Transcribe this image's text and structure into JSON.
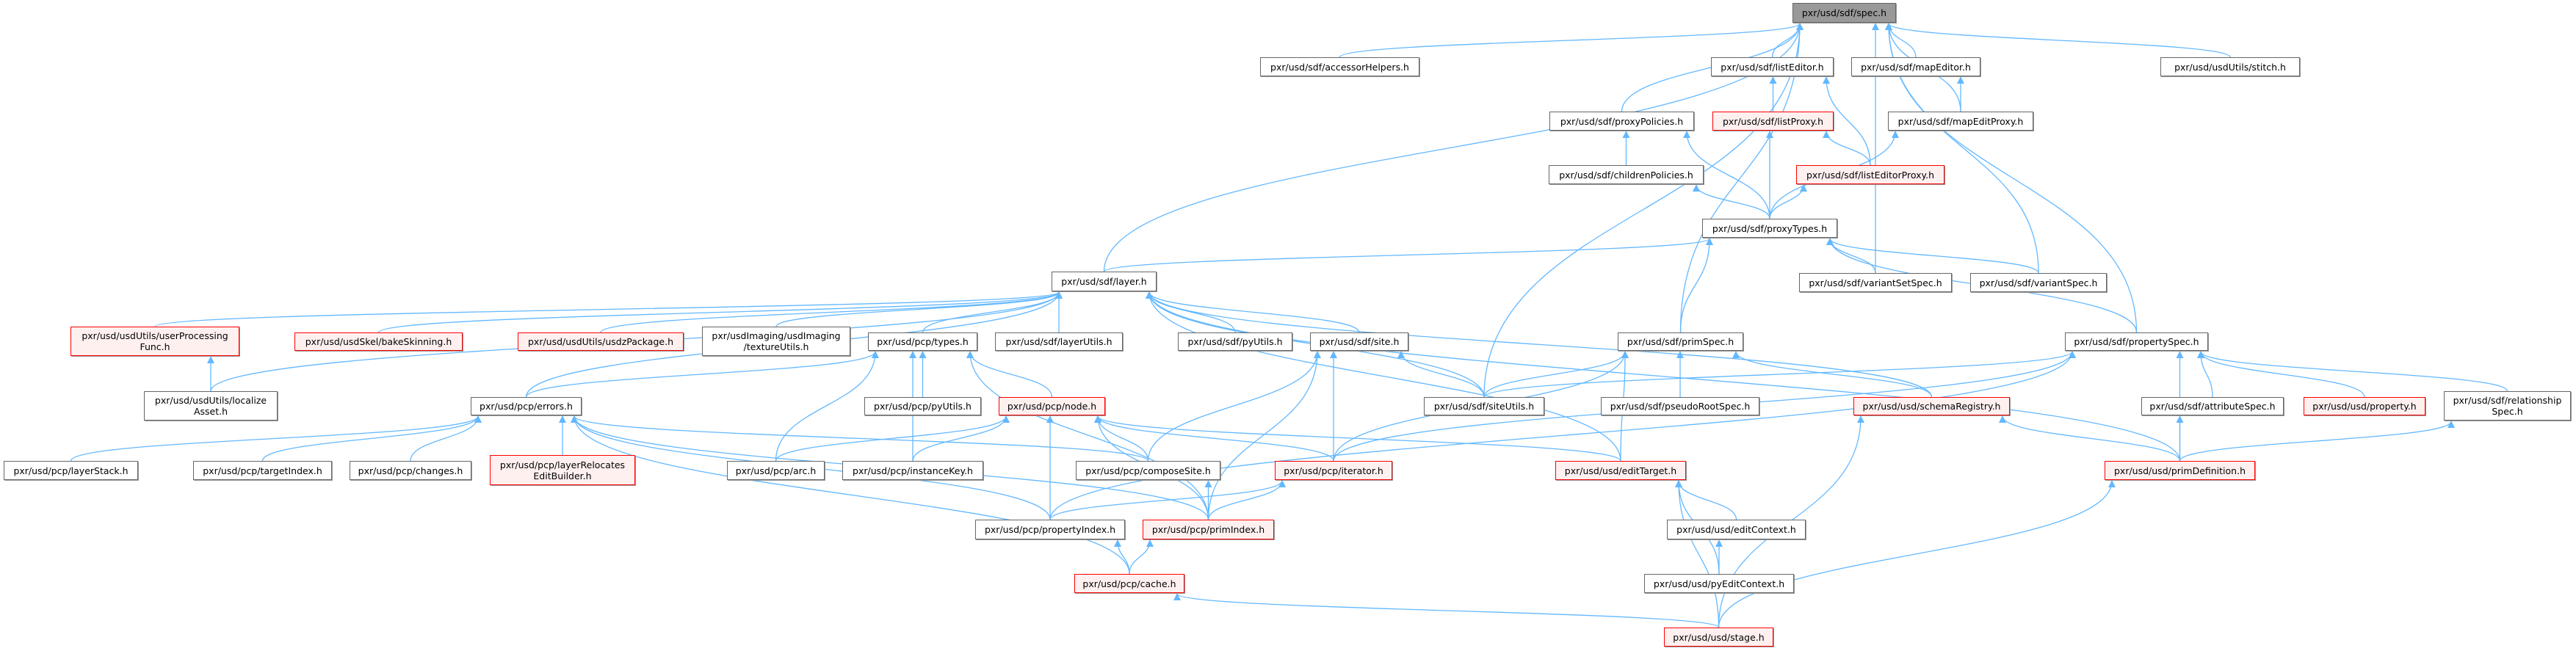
{
  "graph": {
    "title": "pxr/usd/sdf/spec.h",
    "edge_color": "#63b8ff",
    "colors": {
      "focus_fill": "#999999",
      "truncated_border": "#ff0000",
      "truncated_fill": "#fff0f0",
      "normal_border": "#666666"
    },
    "nodes": [
      {
        "id": "spec",
        "lines": [
          "pxr/usd/sdf/spec.h"
        ],
        "kind": "focus"
      },
      {
        "id": "accessorHelpers",
        "lines": [
          "pxr/usd/sdf/accessorHelpers.h"
        ],
        "kind": "normal"
      },
      {
        "id": "listEditor",
        "lines": [
          "pxr/usd/sdf/listEditor.h"
        ],
        "kind": "normal"
      },
      {
        "id": "mapEditor",
        "lines": [
          "pxr/usd/sdf/mapEditor.h"
        ],
        "kind": "normal"
      },
      {
        "id": "stitch",
        "lines": [
          "pxr/usd/usdUtils/stitch.h"
        ],
        "kind": "normal"
      },
      {
        "id": "proxyPolicies",
        "lines": [
          "pxr/usd/sdf/proxyPolicies.h"
        ],
        "kind": "normal"
      },
      {
        "id": "listProxy",
        "lines": [
          "pxr/usd/sdf/listProxy.h"
        ],
        "kind": "truncated"
      },
      {
        "id": "mapEditProxy",
        "lines": [
          "pxr/usd/sdf/mapEditProxy.h"
        ],
        "kind": "normal"
      },
      {
        "id": "childrenPolicies",
        "lines": [
          "pxr/usd/sdf/childrenPolicies.h"
        ],
        "kind": "normal"
      },
      {
        "id": "listEditorProxy",
        "lines": [
          "pxr/usd/sdf/listEditorProxy.h"
        ],
        "kind": "truncated"
      },
      {
        "id": "proxyTypes",
        "lines": [
          "pxr/usd/sdf/proxyTypes.h"
        ],
        "kind": "normal"
      },
      {
        "id": "layer",
        "lines": [
          "pxr/usd/sdf/layer.h"
        ],
        "kind": "normal"
      },
      {
        "id": "variantSetSpec",
        "lines": [
          "pxr/usd/sdf/variantSetSpec.h"
        ],
        "kind": "normal"
      },
      {
        "id": "variantSpec",
        "lines": [
          "pxr/usd/sdf/variantSpec.h"
        ],
        "kind": "normal"
      },
      {
        "id": "userProcessingFunc",
        "lines": [
          "pxr/usd/usdUtils/userProcessing",
          "Func.h"
        ],
        "kind": "truncated"
      },
      {
        "id": "bakeSkinning",
        "lines": [
          "pxr/usd/usdSkel/bakeSkinning.h"
        ],
        "kind": "truncated"
      },
      {
        "id": "usdzPackage",
        "lines": [
          "pxr/usd/usdUtils/usdzPackage.h"
        ],
        "kind": "truncated"
      },
      {
        "id": "textureUtils",
        "lines": [
          "pxr/usdImaging/usdImaging",
          "/textureUtils.h"
        ],
        "kind": "normal"
      },
      {
        "id": "types",
        "lines": [
          "pxr/usd/pcp/types.h"
        ],
        "kind": "normal"
      },
      {
        "id": "layerUtils",
        "lines": [
          "pxr/usd/sdf/layerUtils.h"
        ],
        "kind": "normal"
      },
      {
        "id": "sdfPyUtils",
        "lines": [
          "pxr/usd/sdf/pyUtils.h"
        ],
        "kind": "normal"
      },
      {
        "id": "site",
        "lines": [
          "pxr/usd/sdf/site.h"
        ],
        "kind": "normal"
      },
      {
        "id": "primSpec",
        "lines": [
          "pxr/usd/sdf/primSpec.h"
        ],
        "kind": "normal"
      },
      {
        "id": "propertySpec",
        "lines": [
          "pxr/usd/sdf/propertySpec.h"
        ],
        "kind": "normal"
      },
      {
        "id": "localizeAsset",
        "lines": [
          "pxr/usd/usdUtils/localize",
          "Asset.h"
        ],
        "kind": "normal"
      },
      {
        "id": "errors",
        "lines": [
          "pxr/usd/pcp/errors.h"
        ],
        "kind": "normal"
      },
      {
        "id": "pcpPyUtils",
        "lines": [
          "pxr/usd/pcp/pyUtils.h"
        ],
        "kind": "normal"
      },
      {
        "id": "node",
        "lines": [
          "pxr/usd/pcp/node.h"
        ],
        "kind": "truncated"
      },
      {
        "id": "siteUtils",
        "lines": [
          "pxr/usd/sdf/siteUtils.h"
        ],
        "kind": "normal"
      },
      {
        "id": "pseudoRootSpec",
        "lines": [
          "pxr/usd/sdf/pseudoRootSpec.h"
        ],
        "kind": "normal"
      },
      {
        "id": "schemaRegistry",
        "lines": [
          "pxr/usd/usd/schemaRegistry.h"
        ],
        "kind": "truncated"
      },
      {
        "id": "attributeSpec",
        "lines": [
          "pxr/usd/sdf/attributeSpec.h"
        ],
        "kind": "normal"
      },
      {
        "id": "property",
        "lines": [
          "pxr/usd/usd/property.h"
        ],
        "kind": "truncated"
      },
      {
        "id": "relationshipSpec",
        "lines": [
          "pxr/usd/sdf/relationship",
          "Spec.h"
        ],
        "kind": "normal"
      },
      {
        "id": "layerStack",
        "lines": [
          "pxr/usd/pcp/layerStack.h"
        ],
        "kind": "normal"
      },
      {
        "id": "targetIndex",
        "lines": [
          "pxr/usd/pcp/targetIndex.h"
        ],
        "kind": "normal"
      },
      {
        "id": "changes",
        "lines": [
          "pxr/usd/pcp/changes.h"
        ],
        "kind": "normal"
      },
      {
        "id": "layerRelocates",
        "lines": [
          "pxr/usd/pcp/layerRelocates",
          "EditBuilder.h"
        ],
        "kind": "truncated"
      },
      {
        "id": "arc",
        "lines": [
          "pxr/usd/pcp/arc.h"
        ],
        "kind": "normal"
      },
      {
        "id": "instanceKey",
        "lines": [
          "pxr/usd/pcp/instanceKey.h"
        ],
        "kind": "normal"
      },
      {
        "id": "composeSite",
        "lines": [
          "pxr/usd/pcp/composeSite.h"
        ],
        "kind": "normal"
      },
      {
        "id": "iterator",
        "lines": [
          "pxr/usd/pcp/iterator.h"
        ],
        "kind": "truncated"
      },
      {
        "id": "editTarget",
        "lines": [
          "pxr/usd/usd/editTarget.h"
        ],
        "kind": "truncated"
      },
      {
        "id": "primDefinition",
        "lines": [
          "pxr/usd/usd/primDefinition.h"
        ],
        "kind": "truncated"
      },
      {
        "id": "propertyIndex",
        "lines": [
          "pxr/usd/pcp/propertyIndex.h"
        ],
        "kind": "normal"
      },
      {
        "id": "primIndex",
        "lines": [
          "pxr/usd/pcp/primIndex.h"
        ],
        "kind": "truncated"
      },
      {
        "id": "editContext",
        "lines": [
          "pxr/usd/usd/editContext.h"
        ],
        "kind": "normal"
      },
      {
        "id": "cache",
        "lines": [
          "pxr/usd/pcp/cache.h"
        ],
        "kind": "truncated"
      },
      {
        "id": "pyEditContext",
        "lines": [
          "pxr/usd/usd/pyEditContext.h"
        ],
        "kind": "normal"
      },
      {
        "id": "stage",
        "lines": [
          "pxr/usd/usd/stage.h"
        ],
        "kind": "truncated"
      }
    ],
    "edges": [
      [
        "accessorHelpers",
        "spec"
      ],
      [
        "listEditor",
        "spec"
      ],
      [
        "mapEditor",
        "spec"
      ],
      [
        "stitch",
        "spec"
      ],
      [
        "proxyPolicies",
        "spec"
      ],
      [
        "mapEditProxy",
        "spec"
      ],
      [
        "layer",
        "spec"
      ],
      [
        "siteUtils",
        "spec"
      ],
      [
        "primSpec",
        "spec"
      ],
      [
        "propertySpec",
        "spec"
      ],
      [
        "variantSetSpec",
        "spec"
      ],
      [
        "variantSpec",
        "spec"
      ],
      [
        "listProxy",
        "listEditor"
      ],
      [
        "listEditorProxy",
        "listEditor"
      ],
      [
        "mapEditProxy",
        "mapEditor"
      ],
      [
        "proxyTypes",
        "listProxy"
      ],
      [
        "listEditorProxy",
        "listProxy"
      ],
      [
        "childrenPolicies",
        "proxyPolicies"
      ],
      [
        "proxyTypes",
        "proxyPolicies"
      ],
      [
        "proxyTypes",
        "childrenPolicies"
      ],
      [
        "proxyTypes",
        "listEditorProxy"
      ],
      [
        "proxyTypes",
        "mapEditProxy"
      ],
      [
        "layer",
        "proxyTypes"
      ],
      [
        "variantSetSpec",
        "proxyTypes"
      ],
      [
        "variantSpec",
        "proxyTypes"
      ],
      [
        "primSpec",
        "proxyTypes"
      ],
      [
        "propertySpec",
        "proxyTypes"
      ],
      [
        "userProcessingFunc",
        "layer"
      ],
      [
        "bakeSkinning",
        "layer"
      ],
      [
        "usdzPackage",
        "layer"
      ],
      [
        "textureUtils",
        "layer"
      ],
      [
        "types",
        "layer"
      ],
      [
        "layerUtils",
        "layer"
      ],
      [
        "sdfPyUtils",
        "layer"
      ],
      [
        "site",
        "layer"
      ],
      [
        "localizeAsset",
        "layer"
      ],
      [
        "errors",
        "layer"
      ],
      [
        "siteUtils",
        "layer"
      ],
      [
        "schemaRegistry",
        "layer"
      ],
      [
        "editTarget",
        "layer"
      ],
      [
        "primDefinition",
        "layer"
      ],
      [
        "localizeAsset",
        "userProcessingFunc"
      ],
      [
        "errors",
        "types"
      ],
      [
        "pcpPyUtils",
        "types"
      ],
      [
        "node",
        "types"
      ],
      [
        "arc",
        "types"
      ],
      [
        "instanceKey",
        "types"
      ],
      [
        "primIndex",
        "types"
      ],
      [
        "layerStack",
        "errors"
      ],
      [
        "targetIndex",
        "errors"
      ],
      [
        "changes",
        "errors"
      ],
      [
        "layerRelocates",
        "errors"
      ],
      [
        "propertyIndex",
        "errors"
      ],
      [
        "primIndex",
        "errors"
      ],
      [
        "composeSite",
        "errors"
      ],
      [
        "cache",
        "errors"
      ],
      [
        "arc",
        "node"
      ],
      [
        "instanceKey",
        "node"
      ],
      [
        "composeSite",
        "node"
      ],
      [
        "iterator",
        "node"
      ],
      [
        "propertyIndex",
        "node"
      ],
      [
        "primIndex",
        "node"
      ],
      [
        "editTarget",
        "node"
      ],
      [
        "siteUtils",
        "site"
      ],
      [
        "composeSite",
        "site"
      ],
      [
        "iterator",
        "site"
      ],
      [
        "primIndex",
        "site"
      ],
      [
        "siteUtils",
        "primSpec"
      ],
      [
        "pseudoRootSpec",
        "primSpec"
      ],
      [
        "schemaRegistry",
        "primSpec"
      ],
      [
        "iterator",
        "primSpec"
      ],
      [
        "editTarget",
        "primSpec"
      ],
      [
        "siteUtils",
        "propertySpec"
      ],
      [
        "iterator",
        "propertySpec"
      ],
      [
        "attributeSpec",
        "propertySpec"
      ],
      [
        "property",
        "propertySpec"
      ],
      [
        "relationshipSpec",
        "propertySpec"
      ],
      [
        "primDefinition",
        "propertySpec"
      ],
      [
        "propertyIndex",
        "propertySpec"
      ],
      [
        "primIndex",
        "composeSite"
      ],
      [
        "propertyIndex",
        "iterator"
      ],
      [
        "primIndex",
        "iterator"
      ],
      [
        "cache",
        "propertyIndex"
      ],
      [
        "cache",
        "primIndex"
      ],
      [
        "stage",
        "cache"
      ],
      [
        "editContext",
        "editTarget"
      ],
      [
        "pyEditContext",
        "editTarget"
      ],
      [
        "stage",
        "editTarget"
      ],
      [
        "pyEditContext",
        "editContext"
      ],
      [
        "primDefinition",
        "schemaRegistry"
      ],
      [
        "stage",
        "schemaRegistry"
      ],
      [
        "stage",
        "primDefinition"
      ],
      [
        "primDefinition",
        "attributeSpec"
      ],
      [
        "primDefinition",
        "relationshipSpec"
      ]
    ]
  }
}
